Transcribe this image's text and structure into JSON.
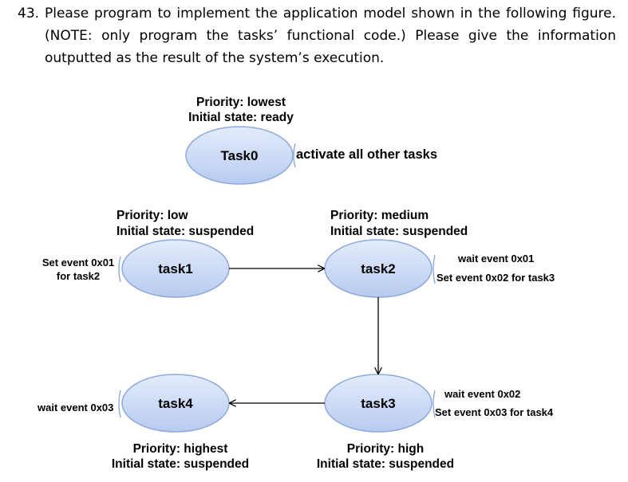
{
  "question": {
    "number": "43.",
    "lines": [
      "Please program to implement the application model shown in the following figure.",
      "(NOTE: only program the tasks’ functional code.) Please give the information",
      "outputted as the result of the system’s execution."
    ]
  },
  "diagram": {
    "task0": {
      "name": "Task0",
      "priority": "Priority: lowest",
      "initial_state": "Initial state: ready",
      "note": "activate all other tasks"
    },
    "task1": {
      "name": "task1",
      "priority": "Priority: low",
      "initial_state": "Initial state: suspended",
      "note_line1": "Set event 0x01",
      "note_line2": "for task2"
    },
    "task2": {
      "name": "task2",
      "priority": "Priority: medium",
      "initial_state": "Initial state: suspended",
      "note_wait": "wait event 0x01",
      "note_set": "Set event 0x02 for task3"
    },
    "task3": {
      "name": "task3",
      "priority": "Priority: high",
      "initial_state": "Initial state: suspended",
      "note_wait": "wait event 0x02",
      "note_set": "Set event 0x03 for task4"
    },
    "task4": {
      "name": "task4",
      "priority": "Priority: highest",
      "initial_state": "Initial state: suspended",
      "note_wait": "wait event 0x03"
    },
    "colors": {
      "node_fill_top": "#e4ecfb",
      "node_fill_bottom": "#b7cbf0",
      "node_stroke": "#8ea9dc",
      "arrow": "#000000",
      "bracket": "#8ea9dc"
    }
  }
}
